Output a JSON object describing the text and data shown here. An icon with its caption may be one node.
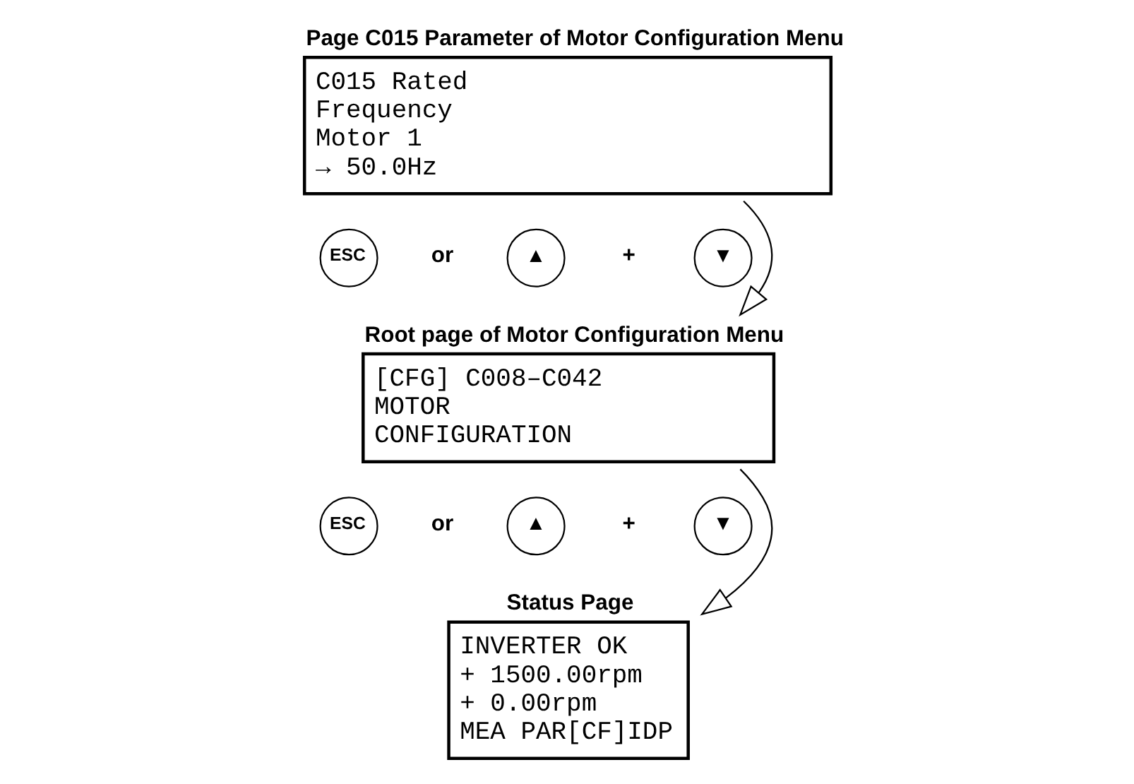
{
  "diagram": {
    "nodes": [
      {
        "text": [
          "Page C015 Parameter of Motor Configuration Menu",
          "C015 Rated",
          "Frequency",
          "Motor 1",
          "→ 50.0Hz"
        ]
      },
      {
        "text": [
          "ESC"
        ]
      },
      {
        "text": [
          "▲"
        ]
      },
      {
        "text": [
          "▼"
        ]
      },
      {
        "text": [
          "Root page of Motor Configuration Menu",
          "[CFG] C008–C042",
          "MOTOR",
          "CONFIGURATION"
        ]
      },
      {
        "text": [
          "ESC"
        ]
      },
      {
        "text": [
          "▲"
        ]
      },
      {
        "text": [
          "▼"
        ]
      },
      {
        "text": [
          "Status Page",
          "INVERTER OK",
          "+ 1500.00rpm",
          "+ 0.00rpm",
          "MEA PAR[CF]IDP"
        ]
      }
    ],
    "edges": [
      {
        "from": 0,
        "to": 4,
        "arrow": "to"
      },
      {
        "from": 4,
        "to": 8,
        "arrow": "to"
      }
    ],
    "labels": [
      "or",
      "+",
      "or",
      "+"
    ]
  }
}
